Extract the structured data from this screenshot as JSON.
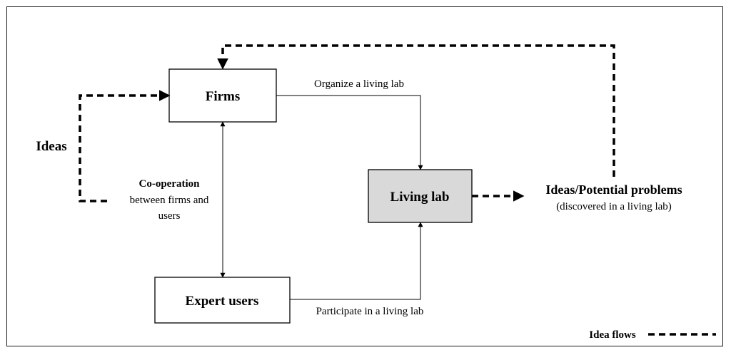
{
  "nodes": {
    "firms": "Firms",
    "living_lab": "Living lab",
    "expert_users": "Expert users",
    "ideas": "Ideas",
    "ideas_problems": "Ideas/Potential problems",
    "ideas_problems_sub": "(discovered in a living lab)"
  },
  "labels": {
    "organize": "Organize a living lab",
    "participate": "Participate in a living lab",
    "cooperation_line1": "Co-operation",
    "cooperation_line2": "between firms and",
    "cooperation_line3": "users"
  },
  "legend": {
    "idea_flows": "Idea flows"
  },
  "colors": {
    "living_lab_fill": "#d9d9d9",
    "box_fill": "#ffffff",
    "stroke": "#000000"
  }
}
